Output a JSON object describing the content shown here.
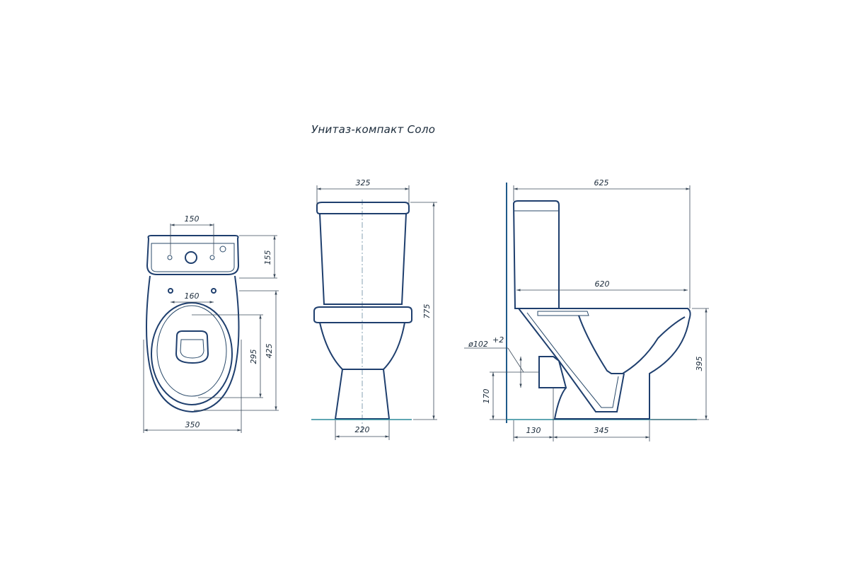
{
  "title": "Унитаз-компакт Соло",
  "front_view": {
    "width_label": "325",
    "height_label": "775",
    "base_label": "220"
  },
  "top_view": {
    "holes_spacing_label": "150",
    "tank_depth_label": "155",
    "bolt_spacing_label": "160",
    "seat_label": "295",
    "bowl_length_label": "425",
    "width_label": "350"
  },
  "side_view": {
    "total_depth_label": "625",
    "bowl_depth_label": "620",
    "outlet_diameter_label": "ø102",
    "outlet_tolerance_label": "+2",
    "outlet_height_label": "170",
    "bowl_height_label": "395",
    "wall_to_outlet_label": "130",
    "outlet_to_front_label": "345"
  }
}
